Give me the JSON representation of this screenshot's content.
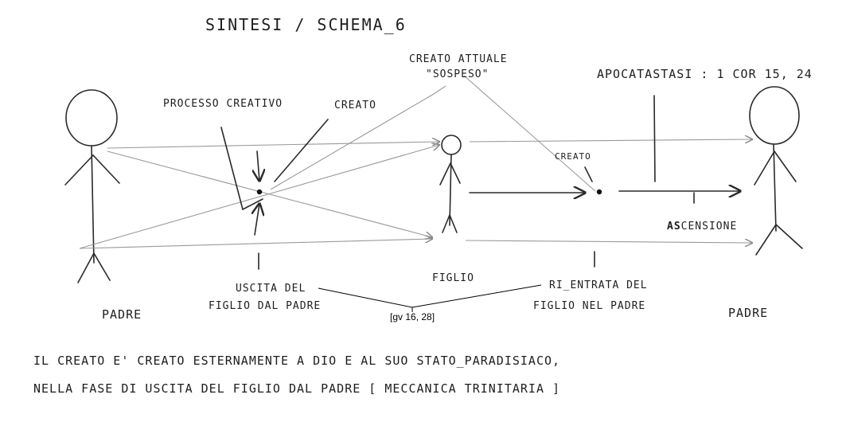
{
  "title": "SINTESI / SCHEMA_6",
  "labels": {
    "creato_attuale_line1": "CREATO ATTUALE",
    "creato_attuale_line2": "\"SOSPESO\"",
    "apocatastasi": "APOCATASTASI : 1 COR 15, 24",
    "processo_creativo": "PROCESSO CREATIVO",
    "creato_left": "CREATO",
    "creato_right": "CREATO",
    "ascensione_prefix": "AS",
    "ascensione_rest": "CENSIONE",
    "uscita_line1": "USCITA DEL",
    "uscita_line2": "FIGLIO DAL PADRE",
    "figlio": "FIGLIO",
    "rientrata_line1": "RI_ENTRATA DEL",
    "rientrata_line2": "FIGLIO NEL PADRE",
    "padre_left": "PADRE",
    "padre_right": "PADRE",
    "reference": "[gv 16, 28]"
  },
  "caption": {
    "line1": "IL CREATO E' CREATO ESTERNAMENTE A DIO E AL SUO STATO_PARADISIACO,",
    "line2": "NELLA FASE DI USCITA DEL FIGLIO DAL PADRE [ MECCANICA TRINITARIA ]"
  }
}
